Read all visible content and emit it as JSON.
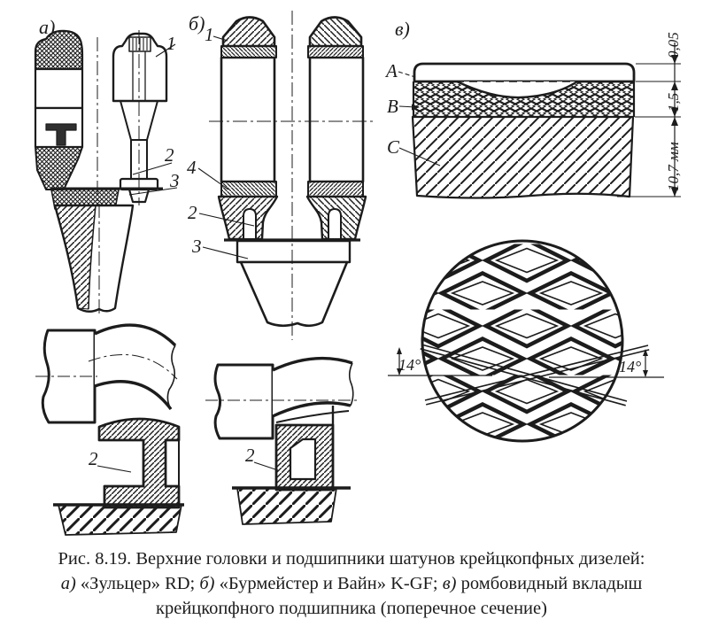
{
  "colors": {
    "ink": "#1c1c1c",
    "paper": "#ffffff"
  },
  "figure": {
    "panels": {
      "a": {
        "label": "а)",
        "callout_1": "1",
        "callout_2": "2",
        "callout_3": "3"
      },
      "b": {
        "label": "б)",
        "callout_1": "1",
        "callout_4": "4",
        "callout_2": "2",
        "callout_3": "3"
      },
      "v": {
        "label": "в)",
        "layer_a": "A",
        "layer_b": "B",
        "layer_c": "C",
        "dim_overlay": "0,05",
        "dim_babbitt": "1,5",
        "dim_shell": "10,7 мм",
        "angle_left": "14°",
        "angle_right": "14°"
      },
      "lower_left": {
        "callout_2": "2"
      },
      "lower_middle": {
        "callout_2": "2"
      }
    },
    "caption": {
      "line1": "Рис. 8.19. Верхние головки и подшипники шатунов крейцкопфных дизелей:",
      "line2_label_a": "а)",
      "line2_text_a": " «Зульцер» RD; ",
      "line2_label_b": "б)",
      "line2_text_b": " «Бурмейстер и Вайн» K-GF; ",
      "line2_label_v": "в)",
      "line2_text_v": " ромбовидный вкладыш",
      "line3": "крейцкопфного подшипника (поперечное сечение)"
    }
  }
}
